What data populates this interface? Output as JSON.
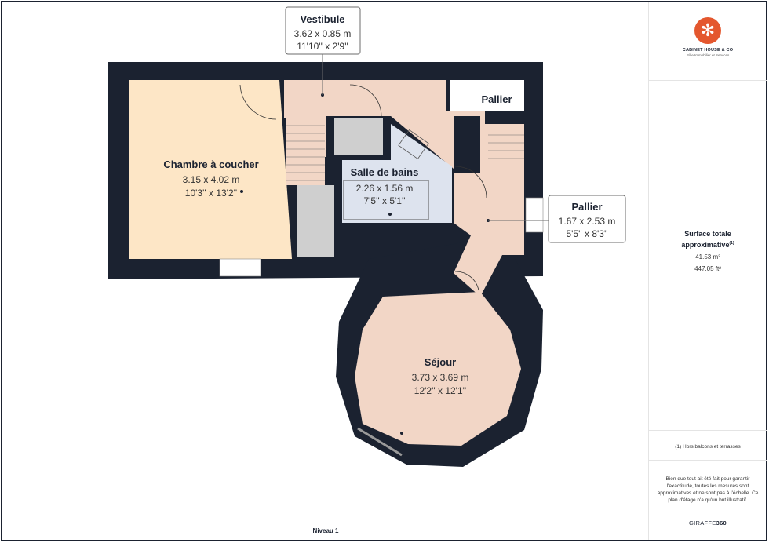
{
  "brand": {
    "name": "CABINET HOUSE & CO",
    "tagline": "Pôle Immobilier et Services",
    "logo_color": "#e4572e"
  },
  "rooms": [
    {
      "id": "vestibule",
      "name": "Vestibule",
      "dim_m": "3.62 x 0.85 m",
      "dim_ft": "11'10'' x 2'9''"
    },
    {
      "id": "chambre",
      "name": "Chambre à coucher",
      "dim_m": "3.15 x 4.02 m",
      "dim_ft": "10'3'' x 13'2''"
    },
    {
      "id": "salle_de_bains",
      "name": "Salle de bains",
      "dim_m": "2.26 x 1.56 m",
      "dim_ft": "7'5'' x 5'1''"
    },
    {
      "id": "pallier_top",
      "name": "Pallier",
      "dim_m": "",
      "dim_ft": ""
    },
    {
      "id": "pallier_side",
      "name": "Pallier",
      "dim_m": "1.67 x 2.53 m",
      "dim_ft": "5'5'' x 8'3''"
    },
    {
      "id": "sejour",
      "name": "Séjour",
      "dim_m": "3.73 x 3.69 m",
      "dim_ft": "12'2'' x 12'1''"
    }
  ],
  "summary": {
    "title_line1": "Surface totale",
    "title_line2": "approximative",
    "title_sup": "(1)",
    "area_m2": "41.53 m²",
    "area_ft2": "447.05 ft²"
  },
  "footnote": "(1) Hors balcons et terrasses",
  "disclaimer": "Bien que tout ait été fait pour garantir l'exactitude, toutes les mesures sont approximatives et ne sont pas à l'échelle. Ce plan d'étage n'a qu'un but illustratif.",
  "provider": {
    "prefix": "GIRAFFE",
    "suffix": "360"
  },
  "level_label": "Niveau 1",
  "colors": {
    "wall": "#1b2230",
    "bedroom": "#fde6c6",
    "circulation": "#f2d6c6",
    "bathroom": "#dde3ee",
    "fixture": "#cfcfcf"
  }
}
